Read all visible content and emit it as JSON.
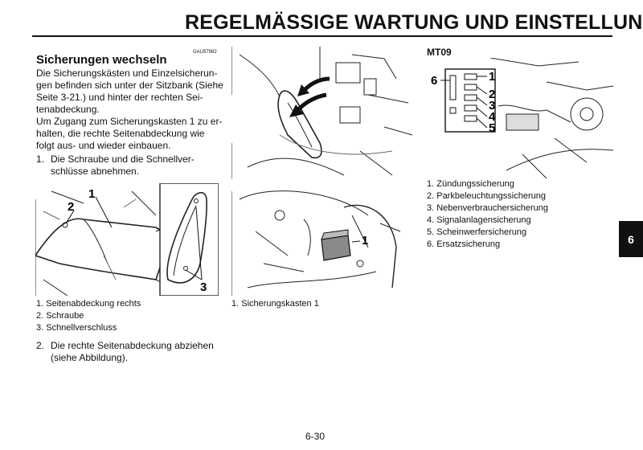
{
  "header": {
    "title": "REGELMÄSSIGE WARTUNG UND EINSTELLUNG"
  },
  "section": {
    "id": "GAU57982",
    "heading": "Sicherungen wechseln",
    "intro": [
      "Die Sicherungskästen und Einzelsicherun-",
      "gen befinden sich unter der Sitzbank (Siehe",
      "Seite 3-21.) und hinter der rechten Sei-",
      "tenabdeckung.",
      "Um Zugang zum Sicherungskasten 1 zu er-",
      "halten, die rechte Seitenabdeckung wie",
      "folgt aus- und wieder einbauen."
    ],
    "step1": {
      "num": "1.",
      "lines": [
        "Die Schraube und die Schnellver-",
        "schlüsse abnehmen."
      ]
    },
    "step2": {
      "num": "2.",
      "lines": [
        "Die rechte Seitenabdeckung abziehen",
        "(siehe Abbildung)."
      ]
    }
  },
  "figure1": {
    "callouts": [
      "1",
      "2",
      "3"
    ],
    "captions": [
      "1. Seitenabdeckung rechts",
      "2. Schraube",
      "3. Schnellverschluss"
    ]
  },
  "figure3": {
    "callouts": [
      "1"
    ],
    "captions": [
      "1. Sicherungskasten 1"
    ]
  },
  "figure4": {
    "model": "MT09",
    "callouts": [
      "1",
      "2",
      "3",
      "4",
      "5",
      "6"
    ],
    "captions": [
      "1. Zündungssicherung",
      "2. Parkbeleuchtungssicherung",
      "3. Nebenverbrauchersicherung",
      "4. Signalanlagensicherung",
      "5. Scheinwerfersicherung",
      "6. Ersatzsicherung"
    ]
  },
  "chapter_tab": "6",
  "page_number": "6-30"
}
